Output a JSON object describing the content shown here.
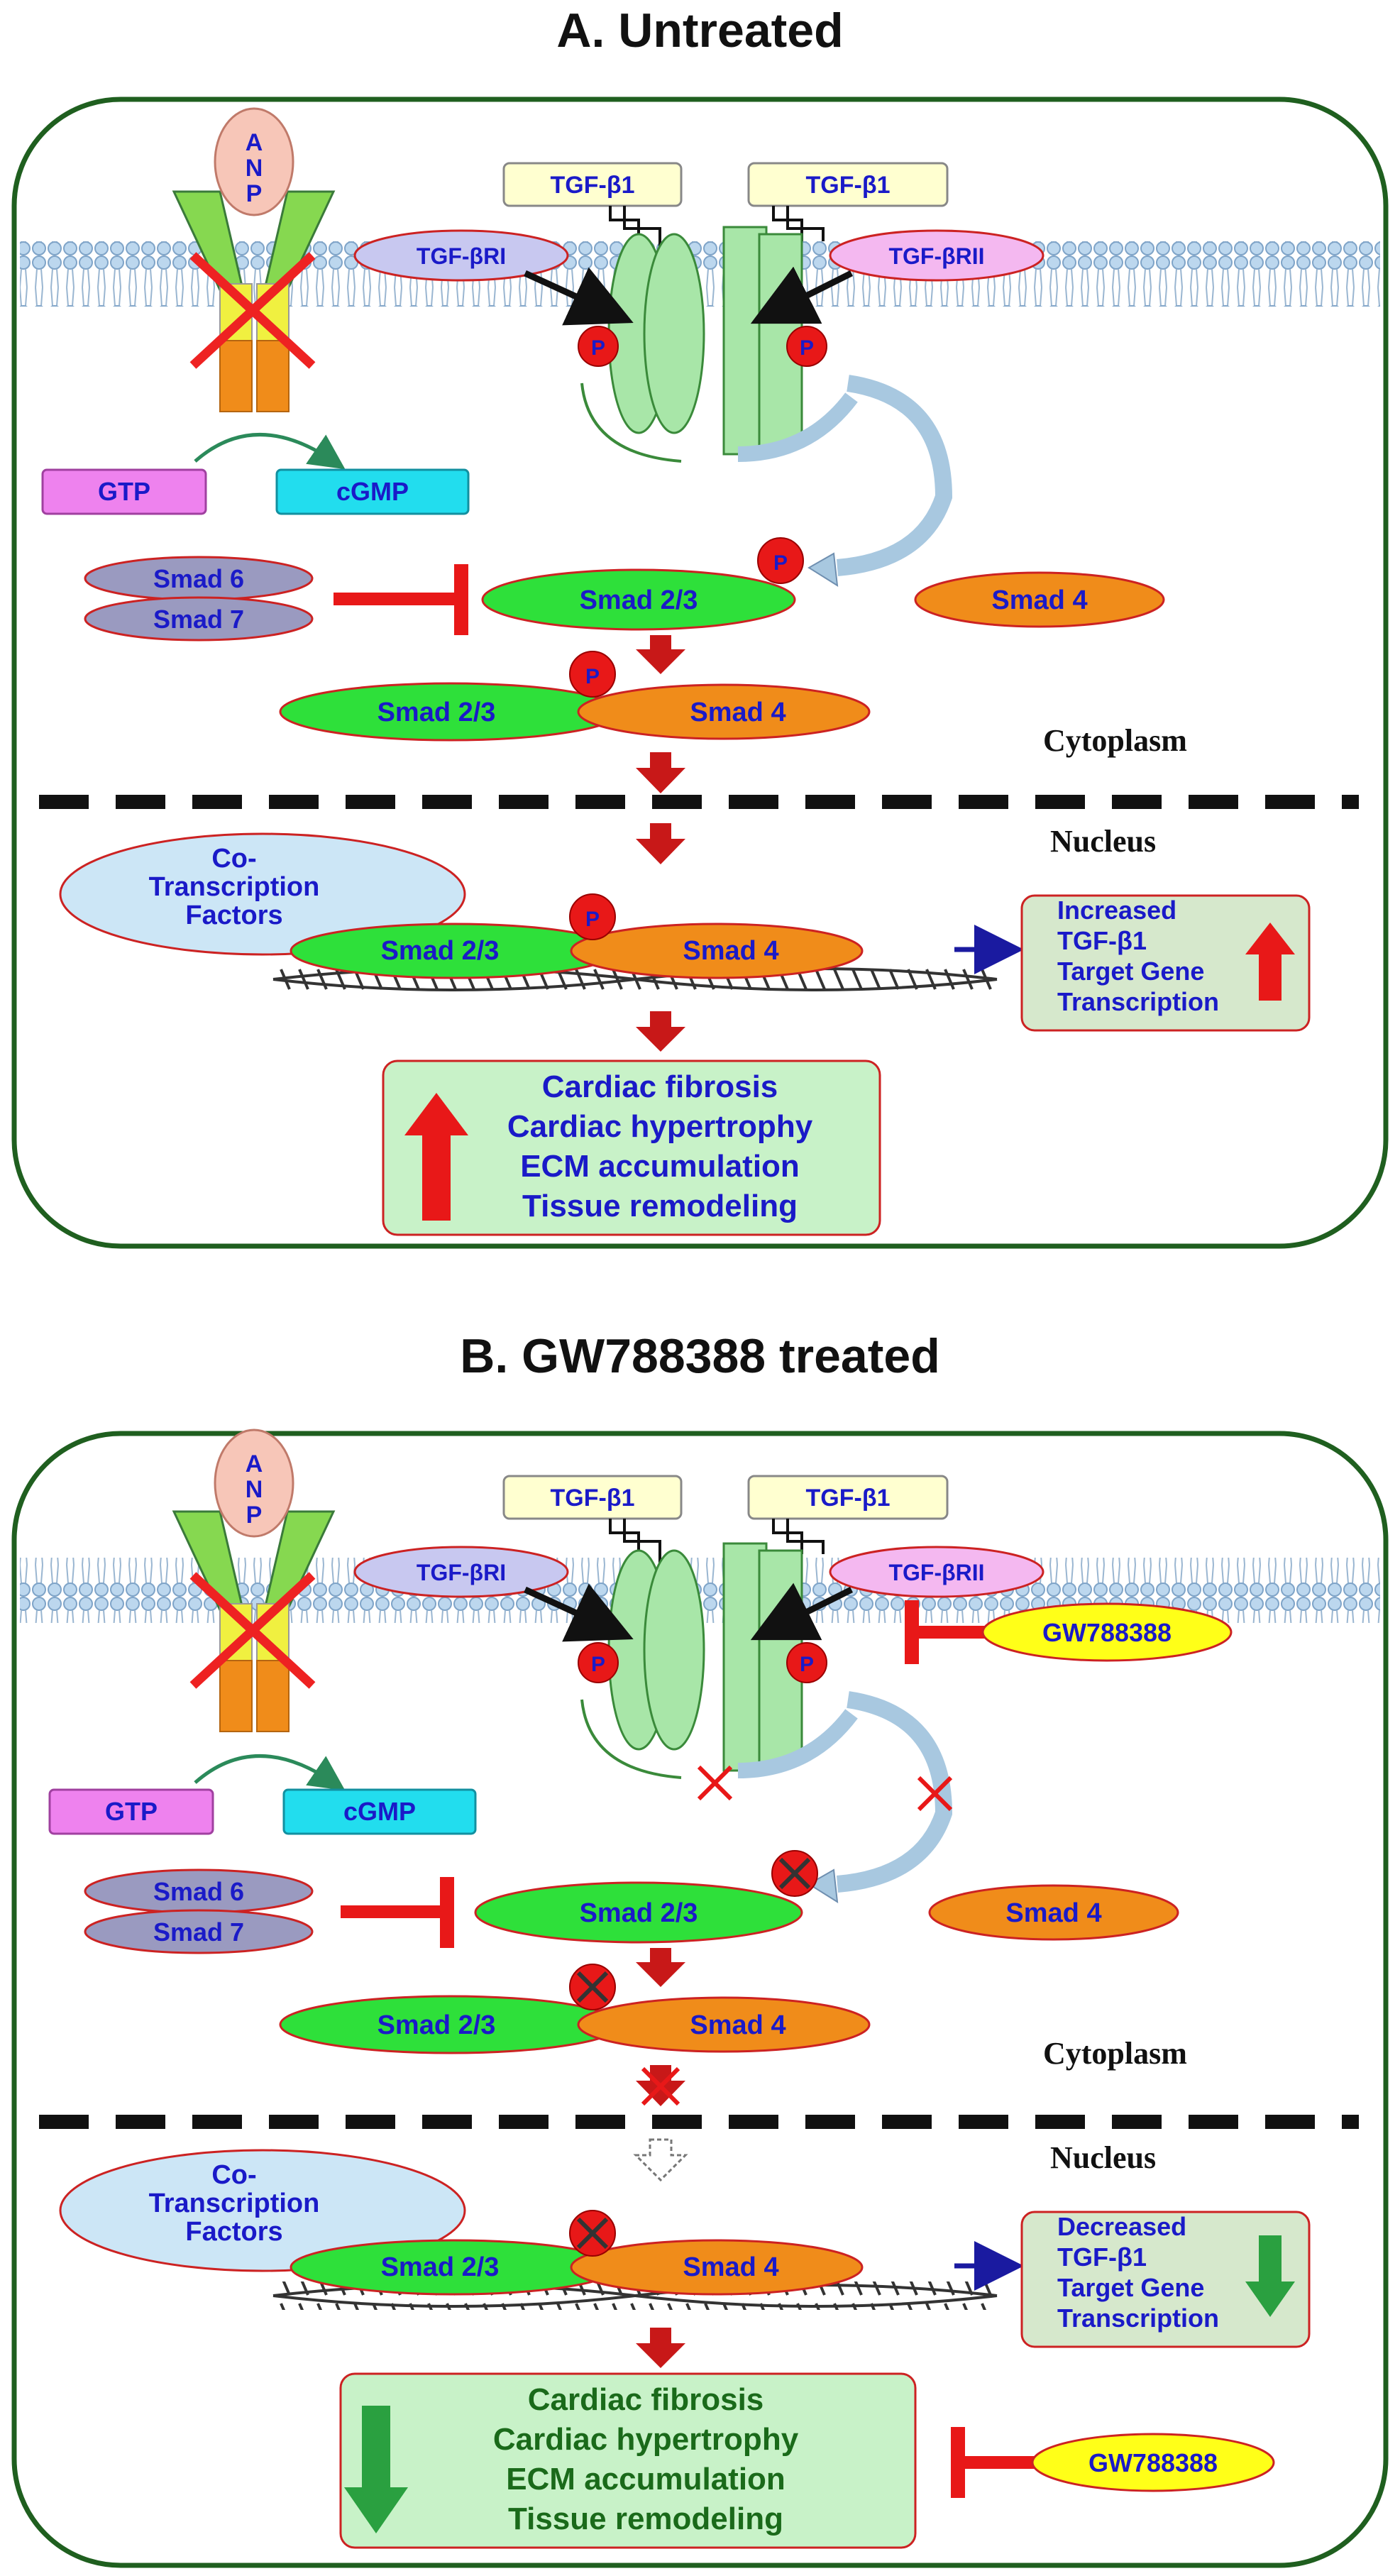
{
  "panel_a": {
    "title": "A. Untreated",
    "ligand_left": "TGF-β1",
    "ligand_right": "TGF-β1",
    "receptor_1": "TGF-βRI",
    "receptor_2": "TGF-βRII",
    "anp": "ANP",
    "gtp": "GTP",
    "cgmp": "cGMP",
    "smad6": "Smad 6",
    "smad7": "Smad 7",
    "smad23": "Smad 2/3",
    "smad4": "Smad 4",
    "p": "P",
    "cytoplasm": "Cytoplasm",
    "nucleus": "Nucleus",
    "cotf_1": "Co-",
    "cotf_2": "Transcription",
    "cotf_3": "Factors",
    "result_box": [
      "Increased",
      "TGF-β1",
      "Target Gene",
      "Transcription"
    ],
    "outcome": [
      "Cardiac fibrosis",
      "Cardiac hypertrophy",
      "ECM accumulation",
      "Tissue remodeling"
    ]
  },
  "panel_b": {
    "title": "B. GW788388 treated",
    "ligand_left": "TGF-β1",
    "ligand_right": "TGF-β1",
    "receptor_1": "TGF-βRI",
    "receptor_2": "TGF-βRII",
    "anp": "ANP",
    "gtp": "GTP",
    "cgmp": "cGMP",
    "inhibitor": "GW788388",
    "smad6": "Smad 6",
    "smad7": "Smad 7",
    "smad23": "Smad 2/3",
    "smad4": "Smad 4",
    "p": "P",
    "cytoplasm": "Cytoplasm",
    "nucleus": "Nucleus",
    "cotf_1": "Co-",
    "cotf_2": "Transcription",
    "cotf_3": "Factors",
    "result_box": [
      "Decreased",
      "TGF-β1",
      "Target Gene",
      "Transcription"
    ],
    "outcome": [
      "Cardiac fibrosis",
      "Cardiac hypertrophy",
      "ECM accumulation",
      "Tissue remodeling"
    ],
    "outcome_inhibitor": "GW788388"
  }
}
